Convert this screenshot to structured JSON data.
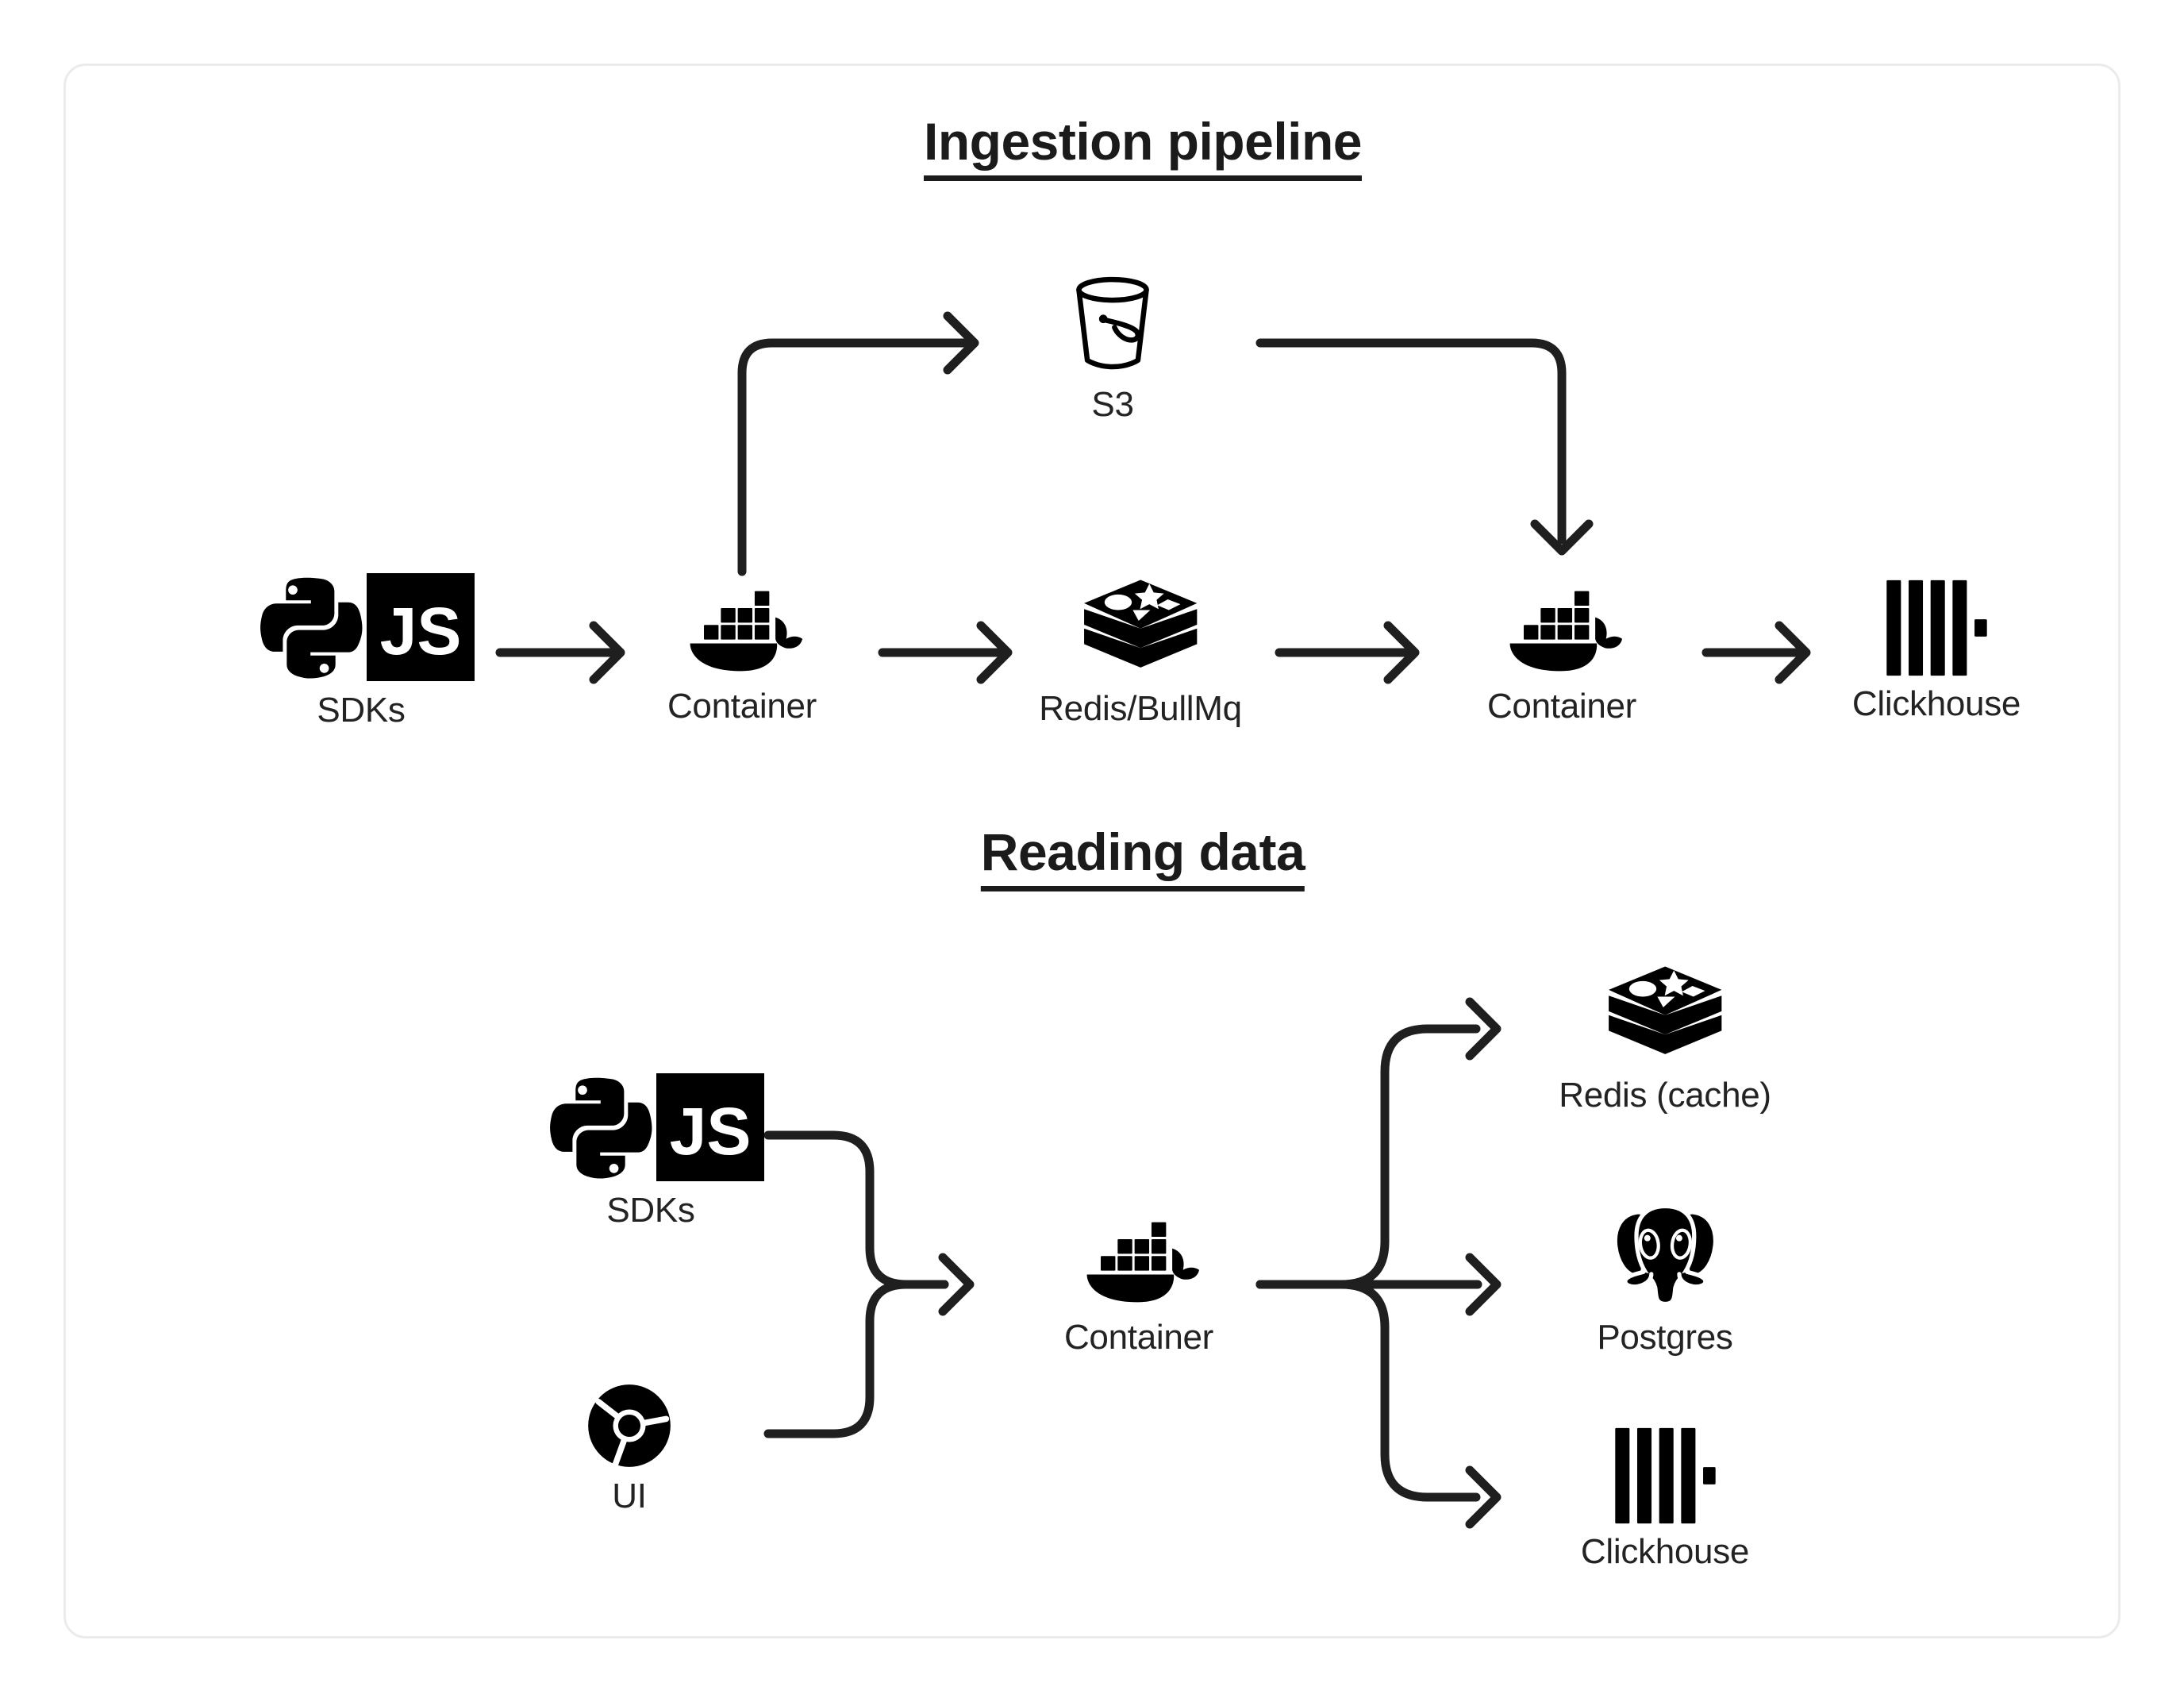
{
  "card": {
    "border_color": "#ebebeb",
    "background": "#ffffff"
  },
  "sections": [
    {
      "id": "ingestion",
      "title": "Ingestion pipeline",
      "nodes": [
        {
          "id": "sdks-1",
          "label": "SDKs",
          "icon": "python-js-sdks-icon"
        },
        {
          "id": "container-1",
          "label": "Container",
          "icon": "docker-whale-icon"
        },
        {
          "id": "s3",
          "label": "S3",
          "icon": "s3-bucket-icon"
        },
        {
          "id": "redis-bullmq",
          "label": "Redis/BullMq",
          "icon": "redis-stack-icon"
        },
        {
          "id": "container-2",
          "label": "Container",
          "icon": "docker-whale-icon"
        },
        {
          "id": "clickhouse-1",
          "label": "Clickhouse",
          "icon": "clickhouse-bars-icon"
        }
      ],
      "edges": [
        {
          "from": "sdks-1",
          "to": "container-1",
          "kind": "straight"
        },
        {
          "from": "container-1",
          "to": "s3",
          "kind": "elbow-up-right"
        },
        {
          "from": "container-1",
          "to": "redis-bullmq",
          "kind": "straight"
        },
        {
          "from": "s3",
          "to": "container-2",
          "kind": "elbow-right-down"
        },
        {
          "from": "redis-bullmq",
          "to": "container-2",
          "kind": "straight"
        },
        {
          "from": "container-2",
          "to": "clickhouse-1",
          "kind": "straight"
        }
      ]
    },
    {
      "id": "reading",
      "title": "Reading data",
      "nodes": [
        {
          "id": "sdks-2",
          "label": "SDKs",
          "icon": "python-js-sdks-icon"
        },
        {
          "id": "ui",
          "label": "UI",
          "icon": "chrome-browser-icon"
        },
        {
          "id": "container-3",
          "label": "Container",
          "icon": "docker-whale-icon"
        },
        {
          "id": "redis-cache",
          "label": "Redis (cache)",
          "icon": "redis-stack-icon"
        },
        {
          "id": "postgres",
          "label": "Postgres",
          "icon": "postgres-elephant-icon"
        },
        {
          "id": "clickhouse-2",
          "label": "Clickhouse",
          "icon": "clickhouse-bars-icon"
        }
      ],
      "edges": [
        {
          "from": "sdks-2",
          "to": "container-3",
          "kind": "merge-top"
        },
        {
          "from": "ui",
          "to": "container-3",
          "kind": "merge-bottom"
        },
        {
          "from": "container-3",
          "to": "redis-cache",
          "kind": "fanout-up"
        },
        {
          "from": "container-3",
          "to": "postgres",
          "kind": "fanout-straight"
        },
        {
          "from": "container-3",
          "to": "clickhouse-2",
          "kind": "fanout-down"
        }
      ]
    }
  ],
  "icons": {
    "js_label": "JS"
  },
  "colors": {
    "stroke": "#1f1f1f",
    "text": "#232323",
    "icon": "#000000",
    "card_border": "#ebebeb"
  }
}
